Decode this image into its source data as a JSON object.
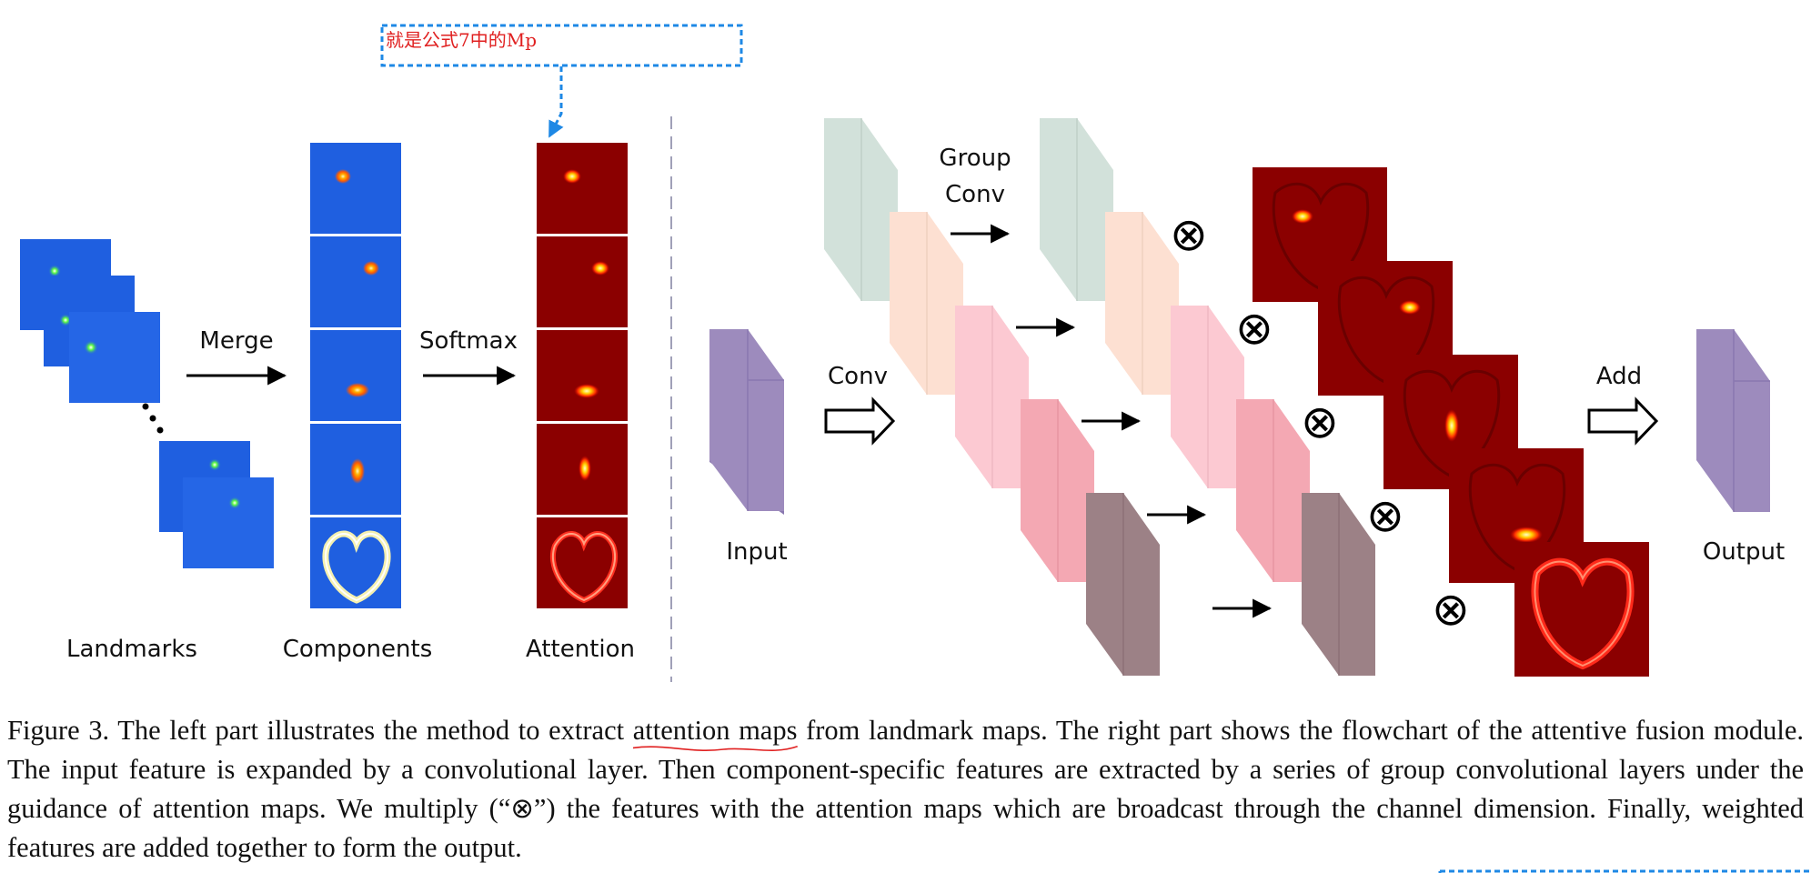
{
  "annotation": {
    "note_text": "就是公式7中的Mp",
    "box_color": "#1e88e5",
    "text_color": "#e02020"
  },
  "left_panel": {
    "stage_labels": [
      "Landmarks",
      "Components",
      "Attention"
    ],
    "arrow_labels": [
      "Merge",
      "Softmax"
    ],
    "heatmap_colors": {
      "landmark_bg": "#1f5fe0",
      "attention_bg": "#8b0000"
    }
  },
  "right_panel": {
    "input_label": "Input",
    "output_label": "Output",
    "conv_label": "Conv",
    "group_conv_label_1": "Group",
    "group_conv_label_2": "Conv",
    "add_label": "Add",
    "multiply_symbol": "⊗",
    "block_colors": [
      "#d2e1da",
      "#fde0d2",
      "#fcc9d2",
      "#f4a8b3",
      "#9c8186"
    ],
    "io_color": "#9d8bbd"
  },
  "caption": {
    "part1": "Figure 3. The left part illustrates the method to extract ",
    "underlined": "attention maps",
    "part2": " from landmark maps.  The right part shows the flowchart of the attentive fusion module. The input feature is expanded by a convolutional layer. Then component-specific features are extracted by a series of group convolutional layers under the guidance of attention maps.  We multiply (“⊗”) the features with the attention maps which are broadcast through the channel dimension. Finally, weighted features are added together to form the output."
  }
}
